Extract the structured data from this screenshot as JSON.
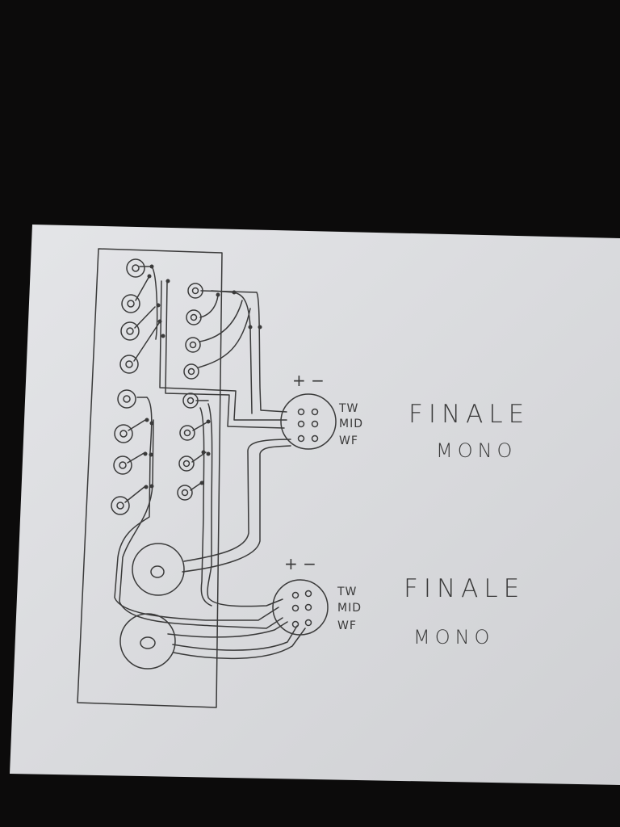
{
  "colors": {
    "background": "#0c0b0b",
    "paper": "#dcdde0",
    "ink": "#3a3a3a"
  },
  "connectors": [
    {
      "id": "finale-1",
      "polarity": "+ −",
      "pins": [
        "TW",
        "MID",
        "WF"
      ],
      "title": "FINALE",
      "subtitle": "MONO"
    },
    {
      "id": "finale-2",
      "polarity": "+ −",
      "pins": [
        "TW",
        "MID",
        "WF"
      ],
      "title": "FINALE",
      "subtitle": "MONO"
    }
  ]
}
